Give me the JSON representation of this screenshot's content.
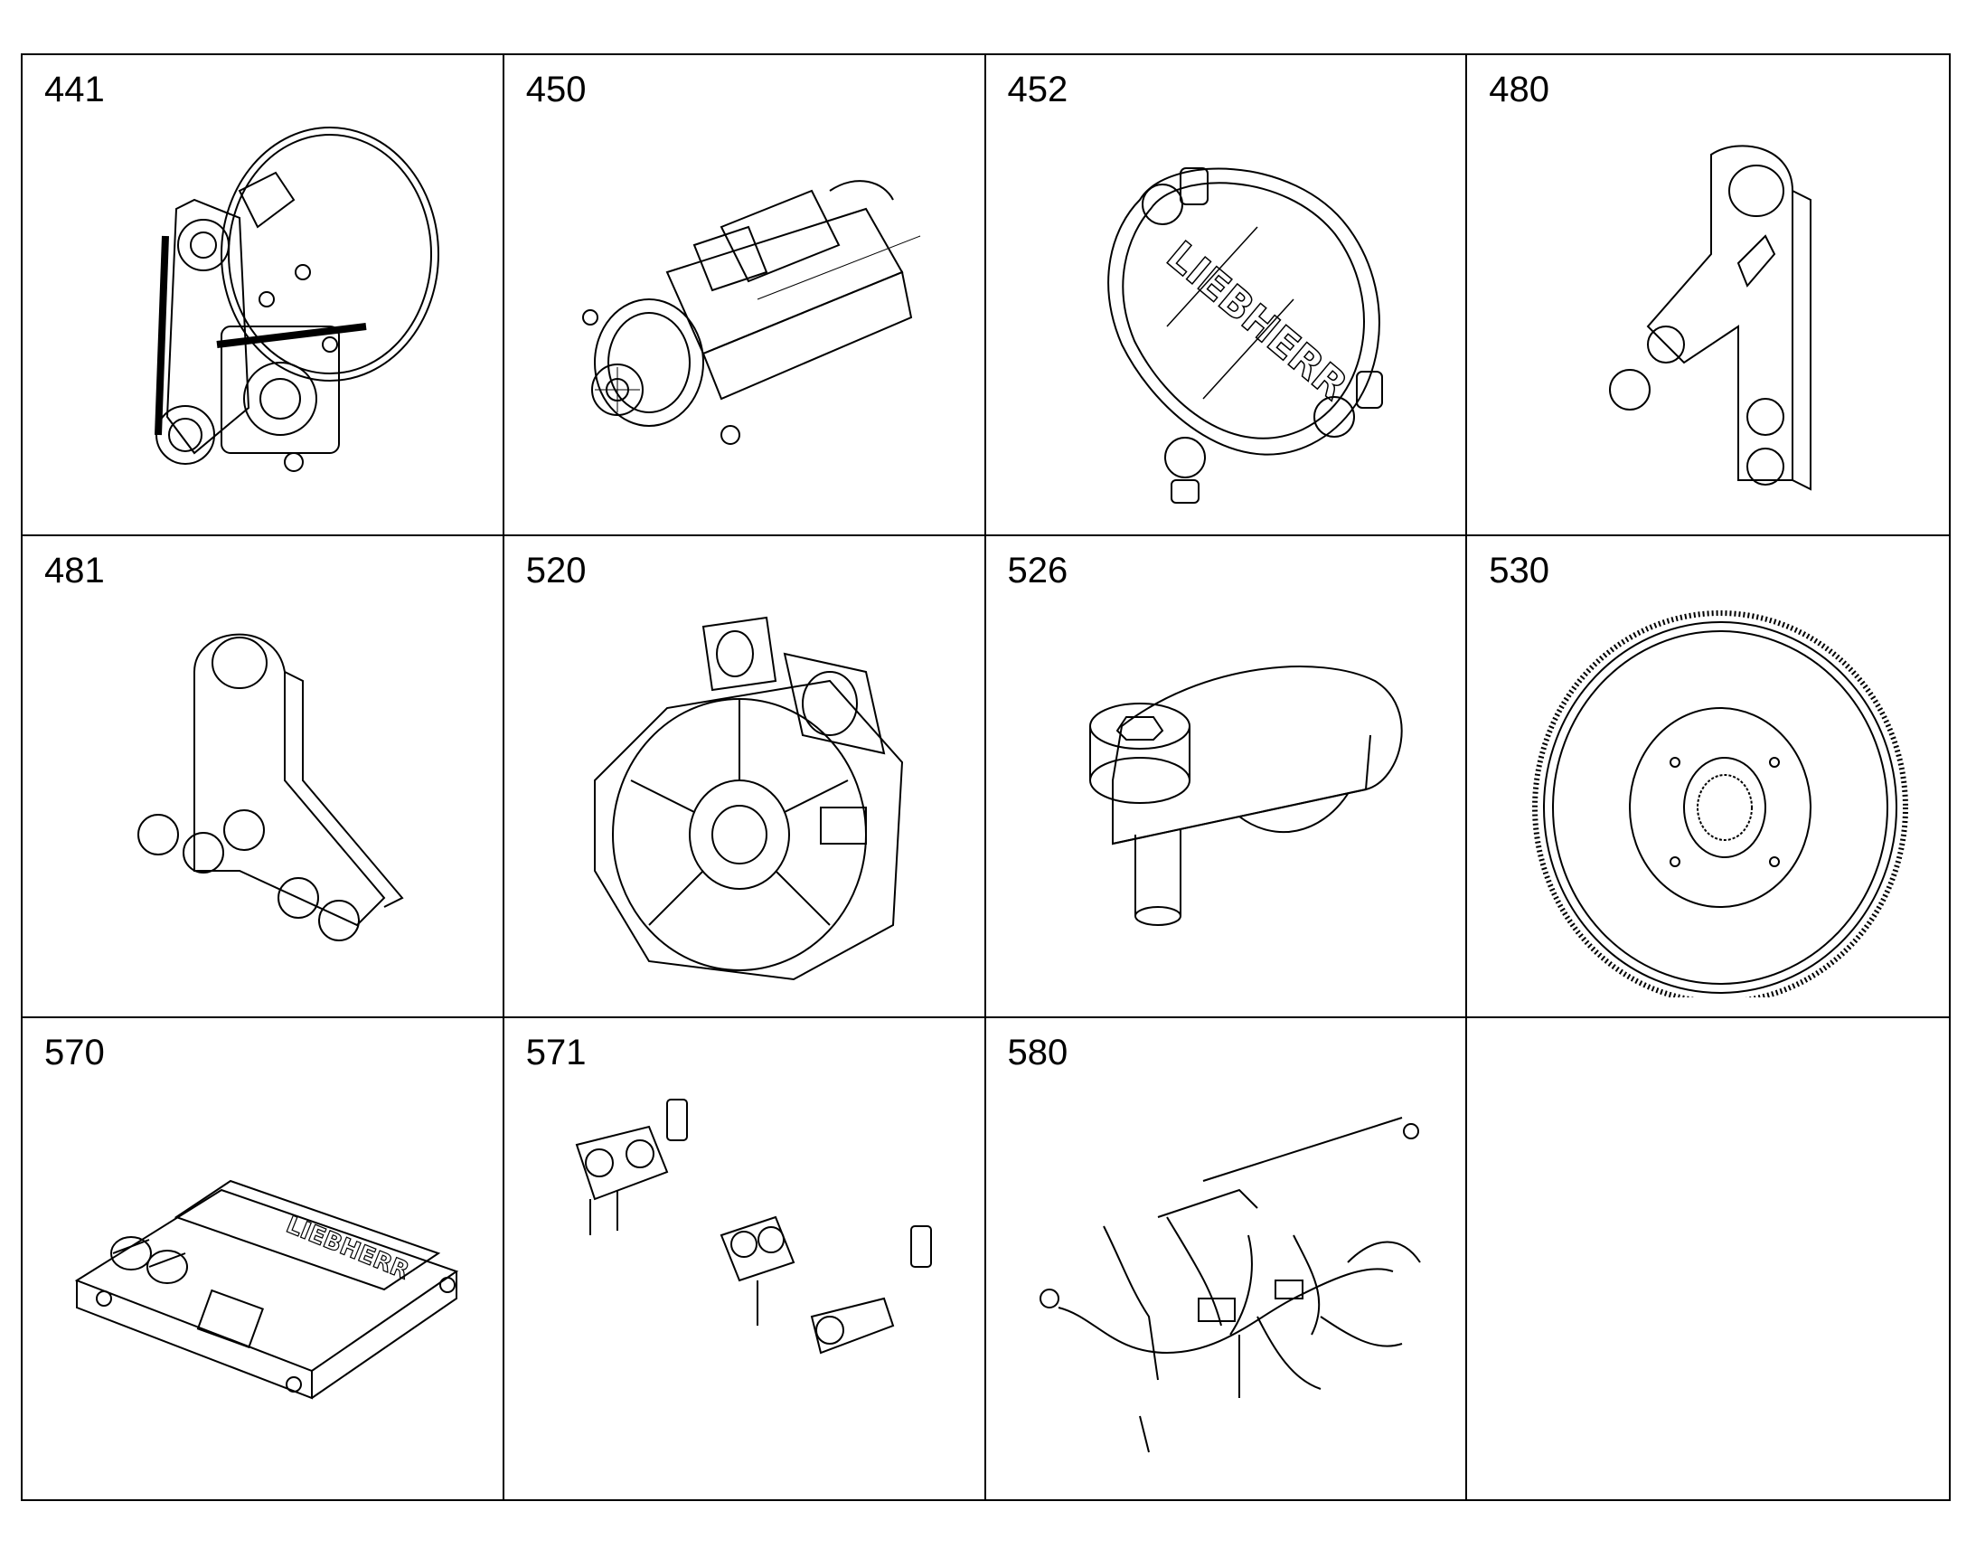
{
  "parts": [
    {
      "number": "441",
      "icon": "belt-drive-water-pump-icon"
    },
    {
      "number": "450",
      "icon": "starter-motor-icon"
    },
    {
      "number": "452",
      "icon": "cover-plate-icon",
      "logo": "LIEBHERR"
    },
    {
      "number": "480",
      "icon": "lifting-bracket-icon"
    },
    {
      "number": "481",
      "icon": "lifting-eye-bracket-icon"
    },
    {
      "number": "520",
      "icon": "flywheel-housing-icon"
    },
    {
      "number": "526",
      "icon": "cam-lever-icon"
    },
    {
      "number": "530",
      "icon": "flywheel-ring-gear-icon"
    },
    {
      "number": "570",
      "icon": "control-unit-icon",
      "logo": "LIEBHERR"
    },
    {
      "number": "571",
      "icon": "mounting-brackets-icon"
    },
    {
      "number": "580",
      "icon": "wiring-harness-icon"
    },
    {
      "number": "",
      "icon": ""
    }
  ]
}
